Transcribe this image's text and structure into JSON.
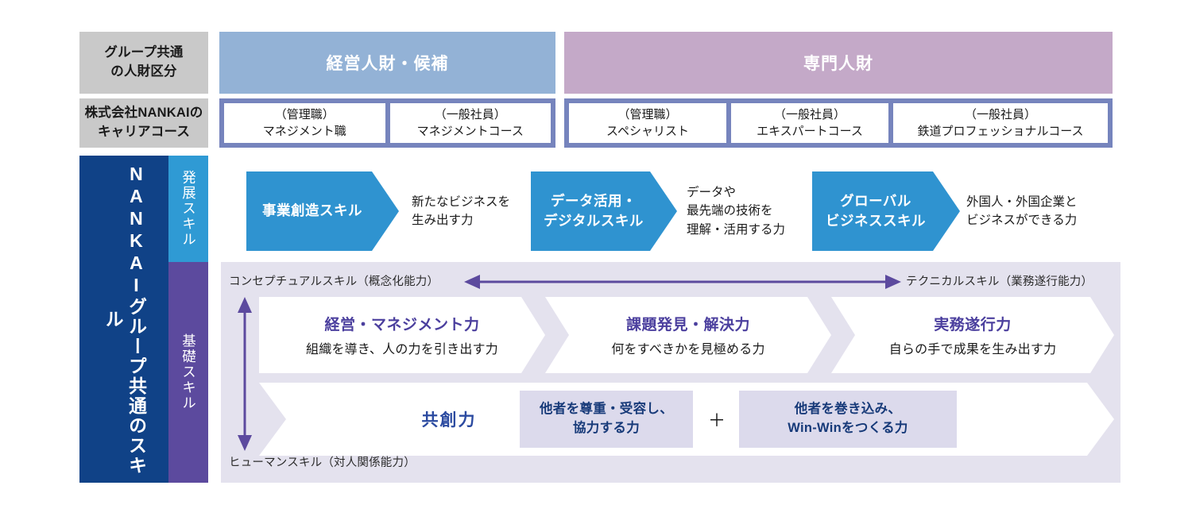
{
  "row_labels": {
    "group_classification": "グループ共通\nの人財区分",
    "career_course": "株式会社NANKAIの\nキャリアコース"
  },
  "talent_bands": [
    {
      "label": "経営人財・候補",
      "color": "#93b2d6"
    },
    {
      "label": "専門人財",
      "color": "#c4a9c8"
    }
  ],
  "career_courses": [
    {
      "rank": "（管理職）",
      "name": "マネジメント職"
    },
    {
      "rank": "（一般社員）",
      "name": "マネジメントコース"
    },
    {
      "rank": "（管理職）",
      "name": "スペシャリスト"
    },
    {
      "rank": "（一般社員）",
      "name": "エキスパートコース"
    },
    {
      "rank": "（一般社員）",
      "name": "鉄道プロフェッショナルコース"
    }
  ],
  "rail": {
    "main": "NANKAIグループ共通のスキル",
    "development": "発展スキル",
    "foundation": "基礎スキル"
  },
  "development_skills": [
    {
      "title": "事業創造スキル",
      "desc": "新たなビジネスを\n生み出す力"
    },
    {
      "title": "データ活用・\nデジタルスキル",
      "desc": "データや\n最先端の技術を\n理解・活用する力"
    },
    {
      "title": "グローバル\nビジネススキル",
      "desc": "外国人・外国企業と\nビジネスができる力"
    }
  ],
  "axes": {
    "top_left": "コンセプチュアルスキル（概念化能力）",
    "top_right": "テクニカルスキル（業務遂行能力）",
    "bottom_left": "ヒューマンスキル（対人関係能力）"
  },
  "foundation_skills": [
    {
      "title": "経営・マネジメント力",
      "desc": "組織を導き、人の力を引き出す力"
    },
    {
      "title": "課題発見・解決力",
      "desc": "何をすべきかを見極める力"
    },
    {
      "title": "実務遂行力",
      "desc": "自らの手で成果を生み出す力"
    }
  ],
  "cocreation": {
    "title": "共創力",
    "operator": "＋",
    "items": [
      "他者を尊重・受容し、\n協力する力",
      "他者を巻き込み、\nWin-Winをつくる力"
    ]
  },
  "colors": {
    "navy": "#104287",
    "dev_blue": "#2f93d0",
    "base_purple": "#5c4a9e",
    "panel": "#e4e2ee",
    "mgmt_band": "#93b2d6",
    "spec_band": "#c4a9c8",
    "course_frame": "#7684bd",
    "label_gray": "#c9c9c9",
    "soft_box": "#dcdaec",
    "soft_box_text": "#173a79"
  }
}
